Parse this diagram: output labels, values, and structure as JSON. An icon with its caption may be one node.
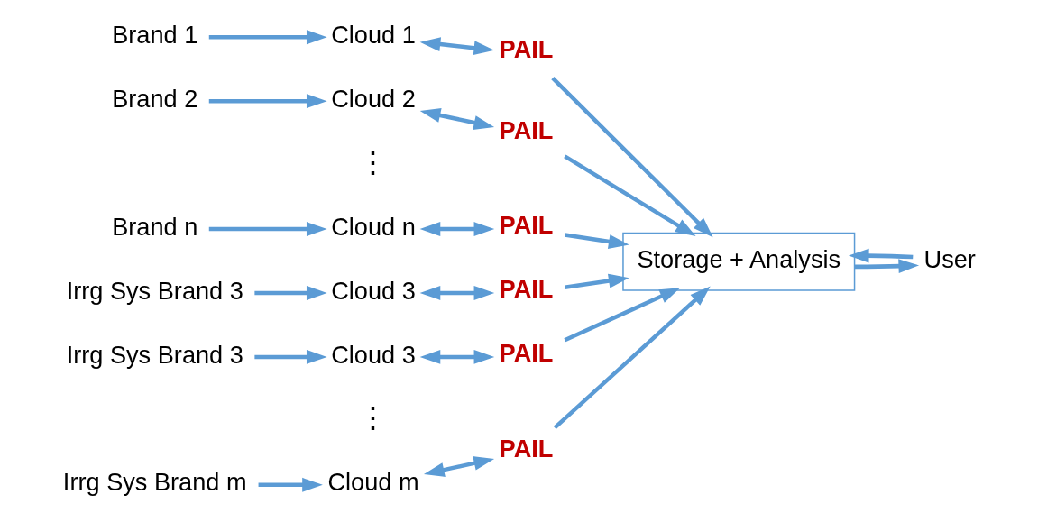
{
  "diagram": {
    "nodes": [
      {
        "text": [
          "Brand 1"
        ]
      },
      {
        "text": [
          "Cloud 1"
        ]
      },
      {
        "text": [
          "PAIL"
        ]
      },
      {
        "text": [
          "Brand 2"
        ]
      },
      {
        "text": [
          "Cloud 2"
        ]
      },
      {
        "text": [
          "PAIL"
        ]
      },
      {
        "text": [
          "Brand n"
        ]
      },
      {
        "text": [
          "Cloud n"
        ]
      },
      {
        "text": [
          "PAIL"
        ]
      },
      {
        "text": [
          "Irrg Sys Brand 3"
        ]
      },
      {
        "text": [
          "Cloud 3"
        ]
      },
      {
        "text": [
          "PAIL"
        ]
      },
      {
        "text": [
          "Irrg Sys Brand 3"
        ]
      },
      {
        "text": [
          "Cloud 3"
        ]
      },
      {
        "text": [
          "PAIL"
        ]
      },
      {
        "text": [
          "Irrg Sys Brand m"
        ]
      },
      {
        "text": [
          "Cloud m"
        ]
      },
      {
        "text": [
          "PAIL"
        ]
      },
      {
        "text": [
          "Storage + Analysis"
        ]
      },
      {
        "text": [
          "User"
        ]
      }
    ],
    "edges": [
      {
        "from": 0,
        "to": 1,
        "arrow": "to"
      },
      {
        "from": 1,
        "to": 2,
        "arrow": "both"
      },
      {
        "from": 3,
        "to": 4,
        "arrow": "to"
      },
      {
        "from": 4,
        "to": 5,
        "arrow": "both"
      },
      {
        "from": 6,
        "to": 7,
        "arrow": "to"
      },
      {
        "from": 7,
        "to": 8,
        "arrow": "both"
      },
      {
        "from": 9,
        "to": 10,
        "arrow": "to"
      },
      {
        "from": 10,
        "to": 11,
        "arrow": "both"
      },
      {
        "from": 12,
        "to": 13,
        "arrow": "to"
      },
      {
        "from": 13,
        "to": 14,
        "arrow": "both"
      },
      {
        "from": 15,
        "to": 16,
        "arrow": "to"
      },
      {
        "from": 16,
        "to": 17,
        "arrow": "both"
      },
      {
        "from": 2,
        "to": 18,
        "arrow": "to"
      },
      {
        "from": 5,
        "to": 18,
        "arrow": "to"
      },
      {
        "from": 8,
        "to": 18,
        "arrow": "to"
      },
      {
        "from": 11,
        "to": 18,
        "arrow": "to"
      },
      {
        "from": 14,
        "to": 18,
        "arrow": "to"
      },
      {
        "from": 17,
        "to": 18,
        "arrow": "to"
      },
      {
        "from": 18,
        "to": 19,
        "arrow": "to"
      },
      {
        "from": 19,
        "to": 18,
        "arrow": "to"
      }
    ],
    "labels": [
      "⋮",
      "⋮"
    ]
  }
}
